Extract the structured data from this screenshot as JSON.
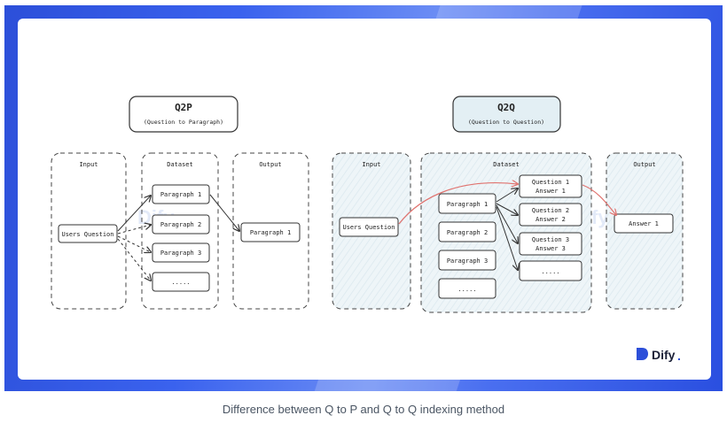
{
  "colors": {
    "frame_blue": "#3a62ee",
    "panel_fill": "#eaf3f6",
    "arrow_red": "#e0736f",
    "logo_blue": "#2c4fd9"
  },
  "q2p": {
    "title": "Q2P",
    "subtitle": "(Question to Paragraph)",
    "input_label": "Input",
    "dataset_label": "Dataset",
    "output_label": "Output",
    "user_question": "Users Question",
    "paragraphs": [
      "Paragraph 1",
      "Paragraph 2",
      "Paragraph 3",
      "....."
    ],
    "output_item": "Paragraph 1"
  },
  "q2q": {
    "title": "Q2Q",
    "subtitle": "(Question to Question)",
    "input_label": "Input",
    "dataset_label": "Dataset",
    "output_label": "Output",
    "user_question": "Users Question",
    "paragraphs": [
      "Paragraph 1",
      "Paragraph 2",
      "Paragraph 3",
      "....."
    ],
    "qa": [
      {
        "q": "Question 1",
        "a": "Answer 1"
      },
      {
        "q": "Question 2",
        "a": "Answer 2"
      },
      {
        "q": "Question 3",
        "a": "Answer 3"
      }
    ],
    "qa_more": ".....",
    "output_item": "Answer 1"
  },
  "logo": {
    "text": "Dify",
    "mark": "."
  },
  "watermark": "Dify",
  "caption": "Difference between Q to P and Q to Q indexing method"
}
